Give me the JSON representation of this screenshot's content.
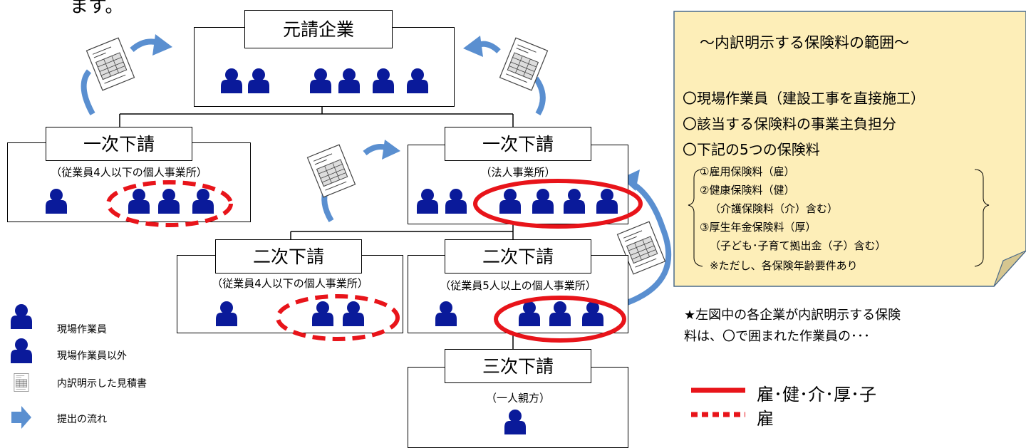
{
  "top_fragment": "ます。",
  "companies": {
    "prime": {
      "name": "元請企業"
    },
    "sub1_left": {
      "name": "一次下請",
      "desc": "（従業員4人以下の個人事業所）"
    },
    "sub1_right": {
      "name": "一次下請",
      "desc": "（法人事業所）"
    },
    "sub2_left": {
      "name": "二次下請",
      "desc": "（従業員4人以下の個人事業所）"
    },
    "sub2_right": {
      "name": "二次下請",
      "desc": "（従業員5人以上の個人事業所）"
    },
    "sub3": {
      "name": "三次下請",
      "desc": "（一人親方）"
    }
  },
  "legend": {
    "worker": "現場作業員",
    "non_worker": "現場作業員以外",
    "estimate": "内訳明示した見積書",
    "flow": "提出の流れ"
  },
  "note": {
    "title": "～内訳明示する保険料の範囲～",
    "line1": "〇現場作業員（建設工事を直接施工）",
    "line2": "〇該当する保険料の事業主負担分",
    "line3": "〇下記の5つの保険料",
    "item1": "①雇用保険料（雇）",
    "item2": "②健康保険料（健）",
    "item2b": "（介護保険料（介）含む）",
    "item3": "③厚生年金保険料（厚）",
    "item3b": "（子ども･子育て拠出金（子）含む）",
    "caveat": "※ただし、各保険年齢要件あり"
  },
  "explain": {
    "line1": "★左図中の各企業が内訳明示する保険",
    "line2": "料は、〇で囲まれた作業員の･･･",
    "solid_label": "雇･健･介･厚･子",
    "dashed_label": "雇"
  },
  "colors": {
    "person": "#0a1a9a",
    "circle_red": "#e8141a",
    "arrow_blue": "#5a8fd0",
    "note_fill": "#fdeeb8",
    "note_border": "#4a6a8a"
  }
}
